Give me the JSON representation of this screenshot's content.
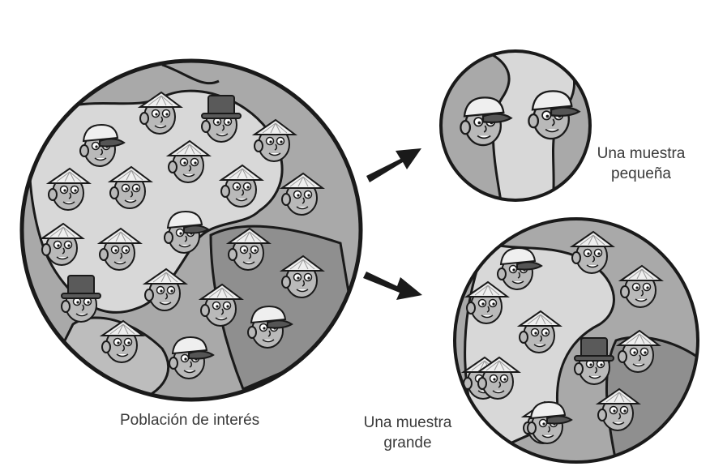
{
  "labels": {
    "population": "Población de interés",
    "small_sample": [
      "Una muestra",
      "pequeña"
    ],
    "large_sample": [
      "Una muestra",
      "grande"
    ]
  },
  "colors": {
    "outline": "#1a1a1a",
    "land_light": "#d8d8d8",
    "land_mid": "#a9a9a9",
    "land_dark": "#8a8a8a",
    "skin": "#b5b5b5",
    "hat_light": "#eeeeee",
    "hat_dark": "#5a5a5a",
    "arrow": "#1a1a1a",
    "text": "#3a3a3a"
  },
  "figures": {
    "population": {
      "people": 20,
      "hats": [
        "cone",
        "cap",
        "tophat",
        "cone",
        "cone",
        "cone",
        "cone",
        "cone",
        "cone",
        "cone",
        "cone",
        "cap",
        "cone",
        "cone",
        "tophat",
        "cone",
        "cone",
        "cone",
        "cap",
        "cap"
      ]
    },
    "small_sample": {
      "people": 2,
      "hats": [
        "cap",
        "cap"
      ]
    },
    "large_sample": {
      "people": 12,
      "hats": [
        "cap",
        "cone",
        "cone",
        "cone",
        "cone",
        "cone",
        "cone",
        "tophat",
        "cone",
        "cone",
        "cone",
        "cap"
      ]
    }
  },
  "icons": {
    "arrow_to_small": "arrow-icon",
    "arrow_to_large": "arrow-icon",
    "person": "person-icon"
  }
}
